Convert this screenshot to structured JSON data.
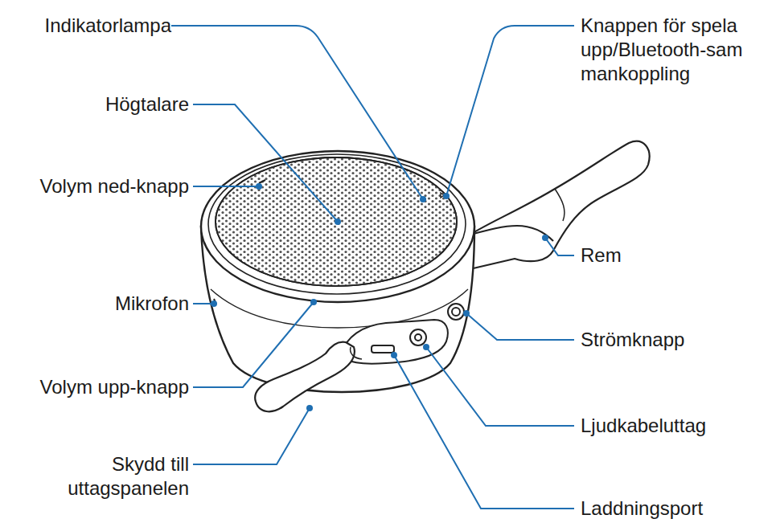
{
  "diagram": {
    "labels": [
      "Indikatorlampa",
      "Knappen för spela upp/Bluetooth-sam mankoppling",
      "Högtalare",
      "Volym ned-knapp",
      "Rem",
      "Mikrofon",
      "Strömknapp",
      "Volym upp-knapp",
      "Ljudkabeluttag",
      "Skydd till uttagspanelen",
      "Laddningsport"
    ]
  }
}
